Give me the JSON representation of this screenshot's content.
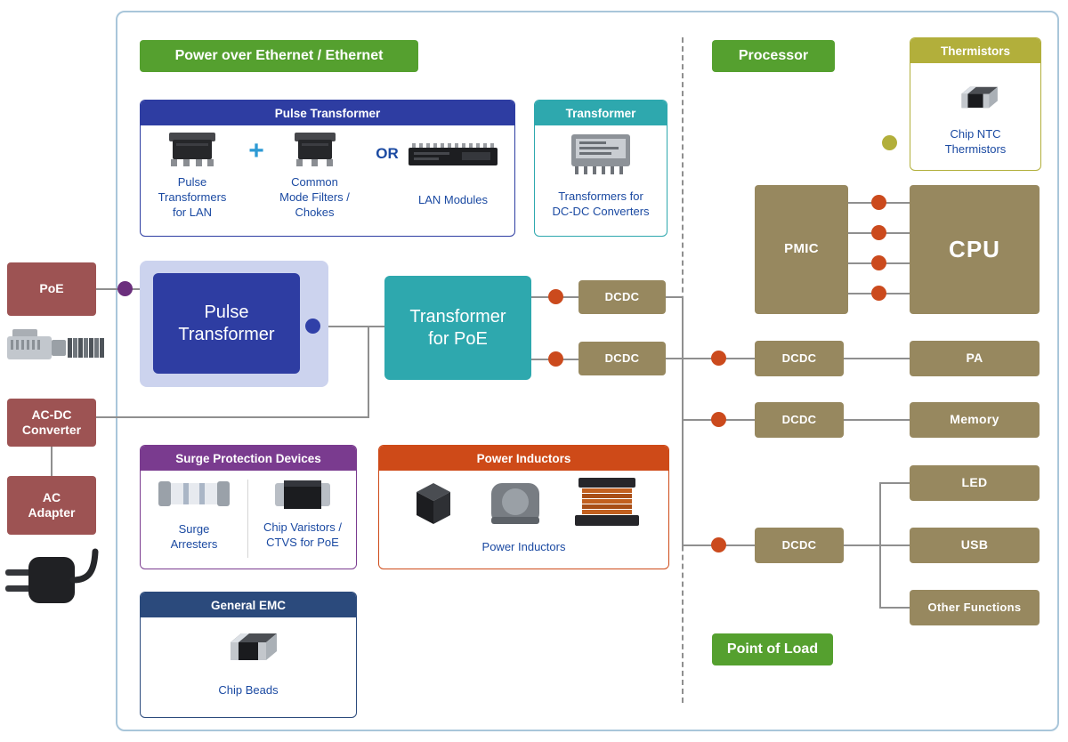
{
  "palette": {
    "frame": "#a9c6da",
    "line": "#8f8f8f",
    "green": "#55a02f",
    "dkblue": "#2e3da2",
    "teal": "#2ea8ae",
    "tan": "#97885f",
    "maroon": "#9d5353",
    "purple": "#7a3b8f",
    "orange": "#ce4a18",
    "navy": "#2b4a7c",
    "olive": "#b2af3b",
    "lavender": "#ccd3ee",
    "link": "#1b4aa2",
    "dotred": "#cb4a1d",
    "dotpurple": "#6b2f7d",
    "dotblue": "#3040a8",
    "plus": "#2d9ad4"
  },
  "left": {
    "poe": "PoE",
    "acdc": "AC-DC\nConverter",
    "adapter": "AC\nAdapter"
  },
  "sections": {
    "poe_ethernet": "Power over Ethernet / Ethernet",
    "processor": "Processor",
    "point_of_load": "Point of Load"
  },
  "pulse_panel": {
    "title": "Pulse Transformer",
    "item1": "Pulse\nTransformers\nfor LAN",
    "plus": "+",
    "item2": "Common\nMode Filters /\nChokes",
    "or": "OR",
    "item3": "LAN Modules"
  },
  "transformer_panel": {
    "title": "Transformer",
    "label": "Transformers for\nDC-DC Converters"
  },
  "flow": {
    "pulse_transformer": "Pulse\nTransformer",
    "transformer_for_poe": "Transformer\nfor PoE",
    "dcdc": "DCDC"
  },
  "surge_panel": {
    "title": "Surge Protection Devices",
    "left_label": "Surge\nArresters",
    "right_label": "Chip Varistors /\nCTVS for PoE"
  },
  "inductor_panel": {
    "title": "Power Inductors",
    "label": "Power Inductors"
  },
  "emc_panel": {
    "title": "General EMC",
    "label": "Chip Beads"
  },
  "thermistor_panel": {
    "title": "Thermistors",
    "label": "Chip NTC\nThermistors"
  },
  "processor_area": {
    "pmic": "PMIC",
    "cpu": "CPU",
    "dcdc": "DCDC",
    "pa": "PA",
    "memory": "Memory",
    "led": "LED",
    "usb": "USB",
    "other_functions": "Other Functions"
  }
}
